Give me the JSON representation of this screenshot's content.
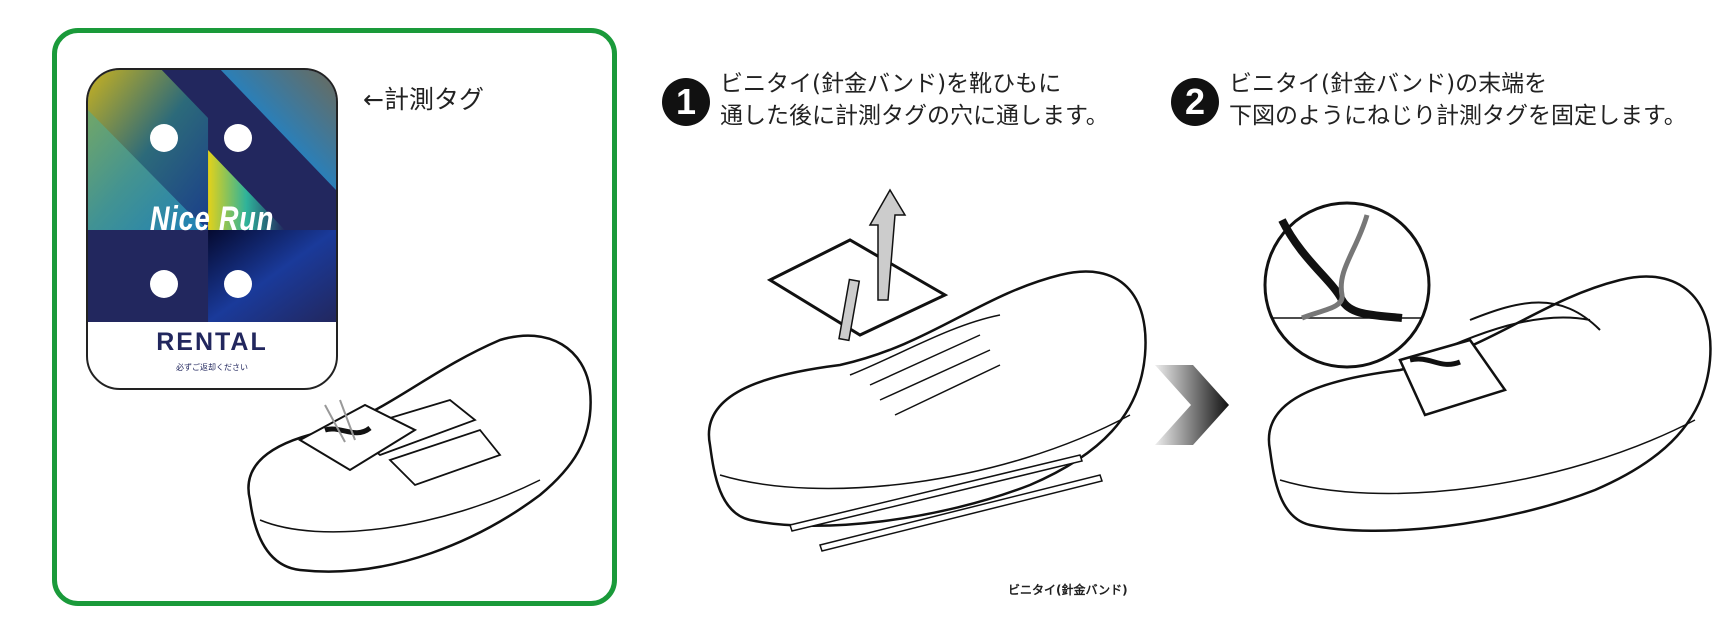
{
  "tag": {
    "label": "←計測タグ",
    "brand": "Nice Run",
    "rental": "RENTAL",
    "note": "必ずご返却ください"
  },
  "steps": [
    {
      "number": "1",
      "line1": "ビニタイ(針金バンド)を靴ひもに",
      "line2": "通した後に計測タグの穴に通します。"
    },
    {
      "number": "2",
      "line1": "ビニタイ(針金バンド)の末端を",
      "line2": "下図のようにねじり計測タグを固定します。"
    }
  ],
  "band_label": "ビニタイ(針金バンド)",
  "colors": {
    "panel_border": "#1a9a3a",
    "tag_navy": "#22275e"
  }
}
